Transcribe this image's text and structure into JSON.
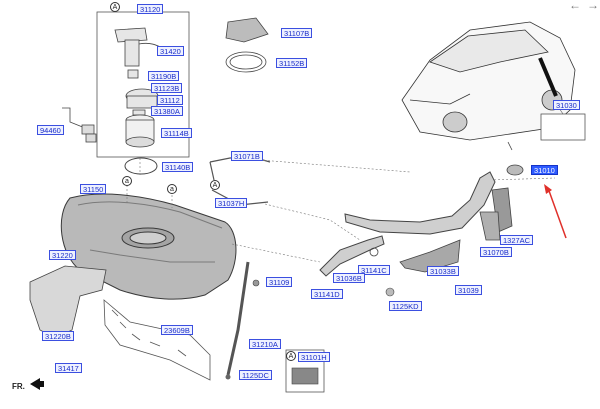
{
  "nav": {
    "back": "←",
    "forward": "→"
  },
  "orientation": "FR.",
  "callouts": {
    "a1": "A",
    "a2": "a",
    "a3": "a",
    "a4": "A",
    "a5": "A"
  },
  "labels": {
    "p31120": "31120",
    "p31420": "31420",
    "p31190": "31190B",
    "p31123": "31123B",
    "p31112": "31112",
    "p31380": "31380A",
    "p31114": "31114B",
    "p94460": "94460",
    "p31140": "31140B",
    "p31150": "31150",
    "p31107": "31107B",
    "p31152": "31152B",
    "p31071": "31071B",
    "p31037": "31037H",
    "p31030": "31030",
    "p31010": "31010",
    "p1327": "1327AC",
    "p31070": "31070B",
    "p31033": "31033B",
    "p31039": "31039",
    "p1125kd": "1125KD",
    "p31141a": "31141C",
    "p31036": "31036B",
    "p31141b": "31141D",
    "p31109": "31109",
    "p31220": "31220",
    "p31220b": "31220B",
    "p31417": "31417",
    "p23609": "23609B",
    "p31210": "31210A",
    "p1125dc": "1125DC",
    "p31101": "31101H"
  },
  "colors": {
    "label_text": "#1a2dc9",
    "label_border": "#3b4fe0",
    "highlight": "#2e5bff",
    "pointer_arrow": "#e0302a"
  }
}
